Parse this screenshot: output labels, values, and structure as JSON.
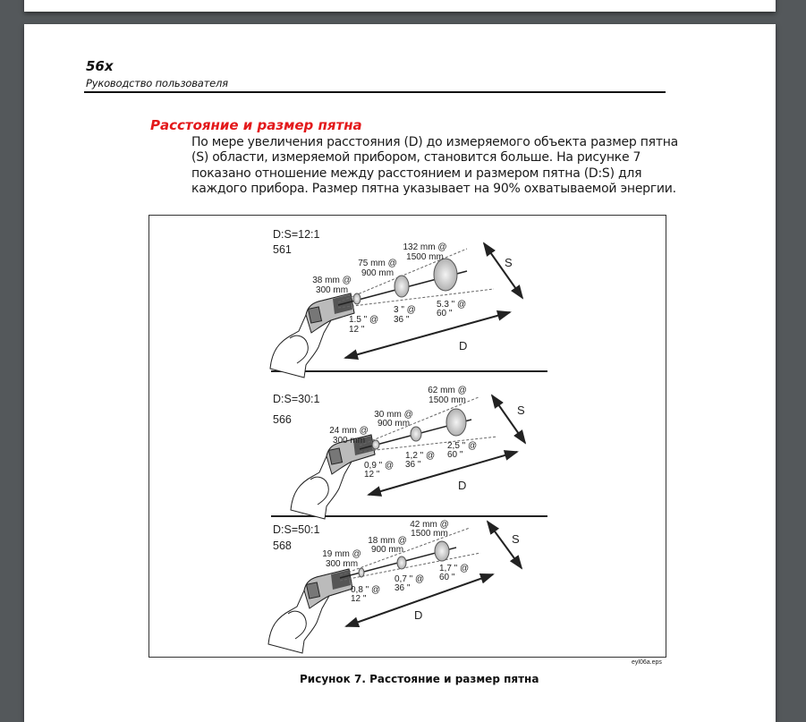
{
  "header": {
    "code": "56x",
    "subtitle": "Руководство пользователя"
  },
  "section": {
    "title": "Расстояние и размер пятна",
    "paragraph_lines": [
      "По мере увеличения расстояния (D) до измеряемого объекта размер пятна",
      "(S) области, измеряемой прибором, становится больше. На рисунке 7",
      "показано отношение между расстоянием и размером пятна (D:S) для",
      "каждого прибора. Размер пятна указывает на 90% охватываемой энергии."
    ]
  },
  "figure": {
    "file_label": "eyl06a.eps",
    "caption": "Рисунок 7. Расстояние и размер пятна",
    "panels": [
      {
        "ratio": "D:S=12:1",
        "model": "561",
        "s_label": "S",
        "d_label": "D",
        "metric": [
          [
            "38 mm @",
            "300 mm"
          ],
          [
            "75 mm @",
            "900 mm"
          ],
          [
            "132 mm @",
            "1500 mm"
          ]
        ],
        "imperial": [
          [
            "1.5 \" @",
            "12 \""
          ],
          [
            "3 \" @",
            "36 \""
          ],
          [
            "5.3 \" @",
            "60 \""
          ]
        ]
      },
      {
        "ratio": "D:S=30:1",
        "model": "566",
        "s_label": "S",
        "d_label": "D",
        "metric": [
          [
            "24 mm @",
            "300 mm"
          ],
          [
            "30 mm @",
            "900 mm"
          ],
          [
            "62 mm @",
            "1500 mm"
          ]
        ],
        "imperial": [
          [
            "0,9 \" @",
            "12 \""
          ],
          [
            "1,2 \" @",
            "36 \""
          ],
          [
            "2,5 \" @",
            "60 \""
          ]
        ]
      },
      {
        "ratio": "D:S=50:1",
        "model": "568",
        "s_label": "S",
        "d_label": "D",
        "metric": [
          [
            "19 mm @",
            "300 mm"
          ],
          [
            "18 mm @",
            "900 mm"
          ],
          [
            "42 mm @",
            "1500 mm"
          ]
        ],
        "imperial": [
          [
            "0,8 \" @",
            "12 \""
          ],
          [
            "0,7 \" @",
            "36 \""
          ],
          [
            "1,7 \" @",
            "60 \""
          ]
        ]
      }
    ]
  }
}
